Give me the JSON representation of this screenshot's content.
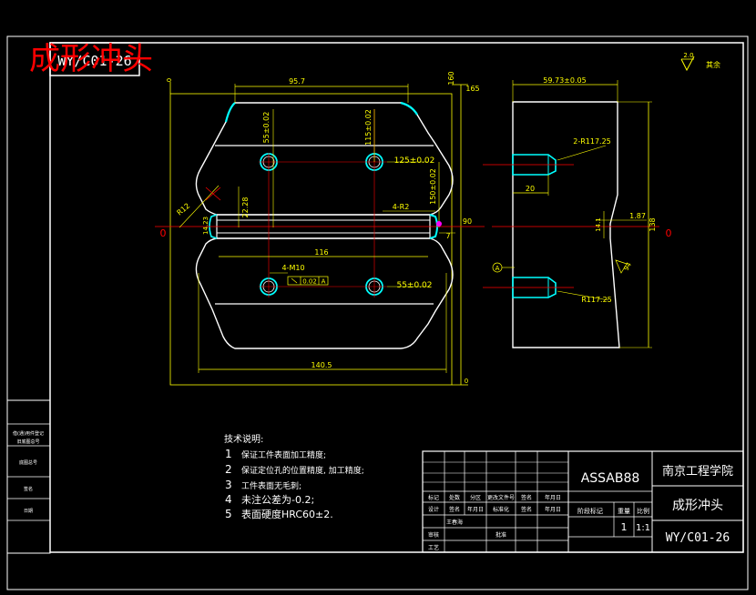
{
  "stamp_title": "成形冲头",
  "code_box": "WY/C01-26",
  "top_right": {
    "roughness": "2.0",
    "rest": "其余"
  },
  "front_view": {
    "dims": {
      "d95_7": "95.7",
      "d140_5": "140.5",
      "d116": "116",
      "d125": "125±0.02",
      "d115": "115±0.02",
      "d55v": "55±0.02",
      "d55h": "55±0.02",
      "d150": "150±0.02",
      "d160": "160",
      "d165": "165",
      "d90": "90",
      "d0_right": "0",
      "d0_top": "0",
      "d0_bottom": "0",
      "d0_left": "0",
      "dR12": "R12",
      "d22_28": "22.28",
      "d14_23": "14.23",
      "d4_R2": "4-R2",
      "d7": "7",
      "d4_M10": "4-M10",
      "tol": "0.02",
      "datum": "A"
    }
  },
  "side_view": {
    "dims": {
      "d59_73": "59.73±0.05",
      "d2_R117": "2-R117.25",
      "d20": "20",
      "d1_87": "1.87",
      "d14_1": "14.1",
      "d138": "138",
      "d0": "0",
      "dR117": "R117.25",
      "d94": "94",
      "view_mark": "A"
    }
  },
  "notes": {
    "heading": "技术说明:",
    "items": [
      {
        "num": "1",
        "text": "保证工件表面加工精度;"
      },
      {
        "num": "2",
        "text": "保证定位孔的位置精度, 加工精度;"
      },
      {
        "num": "3",
        "text": "工件表面无毛刺;"
      },
      {
        "num": "4",
        "text": "未注公差为-0.2;"
      },
      {
        "num": "5",
        "text": "表面硬度HRC60±2."
      }
    ]
  },
  "title_block": {
    "material": "ASSAB88",
    "school": "南京工程学院",
    "part_name": "成形冲头",
    "drawing_no": "WY/C01-26",
    "stage_label": "阶段标记",
    "weight_label": "重量",
    "scale_label": "比例",
    "quantity": "1",
    "scale": "1:1",
    "row1": [
      "标记",
      "处数",
      "分区",
      "更改文件号",
      "签名",
      "年月日"
    ],
    "row2": [
      "设计",
      "签名",
      "年月日",
      "标准化",
      "签名",
      "年月日"
    ],
    "designer": "王春海",
    "row3": [
      "审核",
      "",
      "",
      "批准",
      "",
      ""
    ],
    "row4": [
      "工艺",
      "",
      "",
      "",
      "",
      ""
    ]
  },
  "left_strip": [
    "借(通)用件登记",
    "旧底图总号",
    "底图总号",
    "签名",
    "日期"
  ],
  "colors": {
    "frame": "#ffffff",
    "dims": "#ffff00",
    "center": "#ff0000",
    "stamp": "#ff0000",
    "chamfer": "#00ffff",
    "hole": "#00ffff",
    "marker": "#ff00ff"
  }
}
